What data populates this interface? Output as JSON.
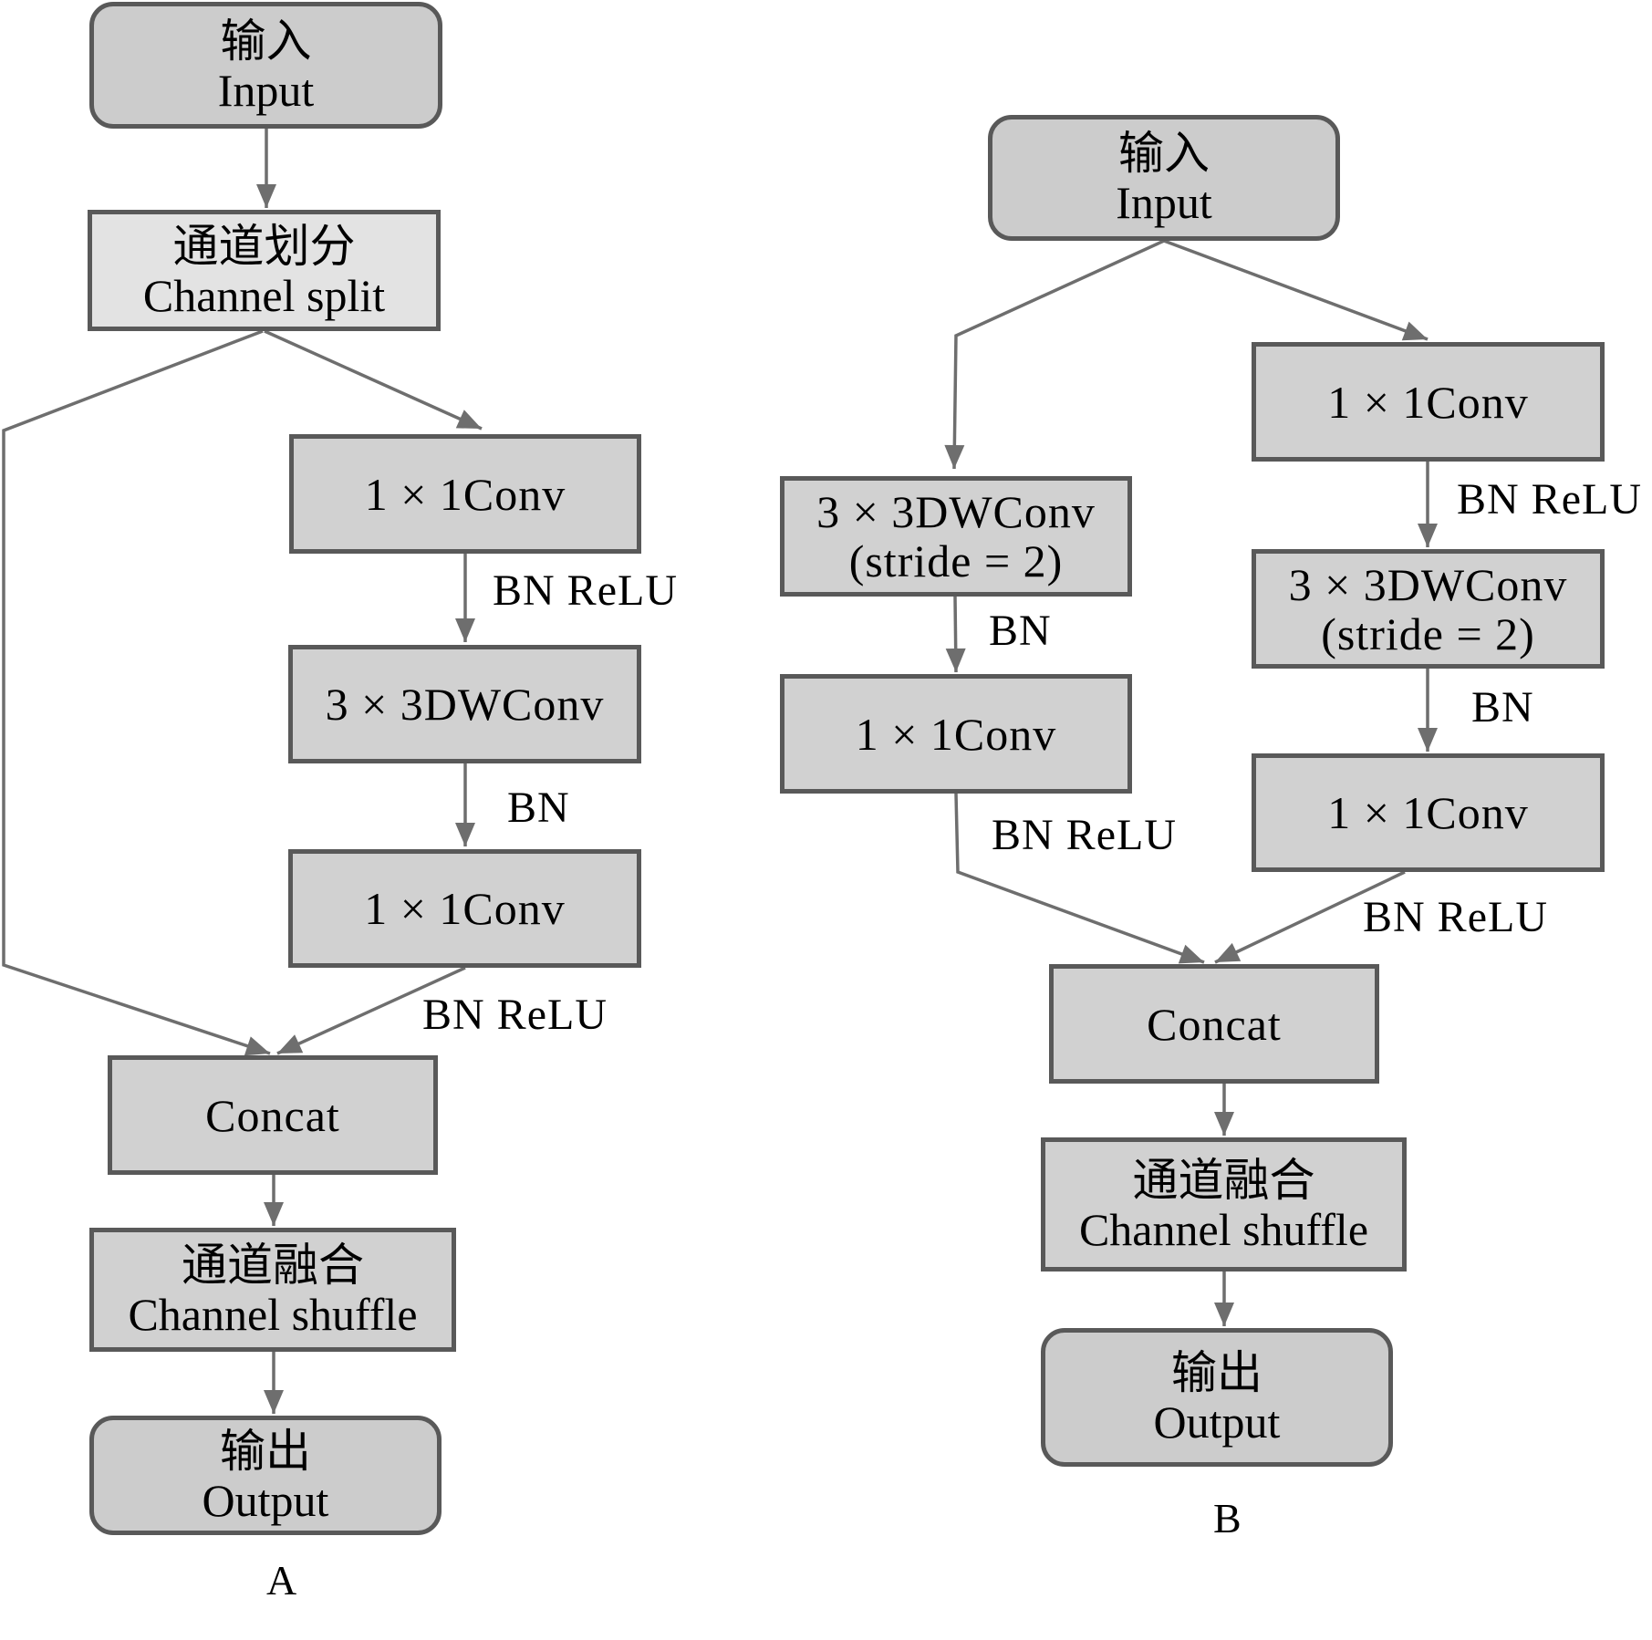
{
  "diagram_a": {
    "caption": "A",
    "input": {
      "cn": "输入",
      "en": "Input"
    },
    "split": {
      "cn": "通道划分",
      "en": "Channel split"
    },
    "conv1": "1 × 1Conv",
    "dwconv": "3 × 3DWConv",
    "conv2": "1 × 1Conv",
    "concat": "Concat",
    "shuffle": {
      "cn": "通道融合",
      "en": "Channel shuffle"
    },
    "output": {
      "cn": "输出",
      "en": "Output"
    },
    "edge_labels": {
      "after_conv1": "BN ReLU",
      "after_dwconv": "BN",
      "after_conv2": "BN ReLU"
    }
  },
  "diagram_b": {
    "caption": "B",
    "input": {
      "cn": "输入",
      "en": "Input"
    },
    "left_branch": {
      "dwconv": [
        "3 × 3DWConv",
        "(stride = 2)"
      ],
      "conv": "1 × 1Conv",
      "edge_labels": {
        "after_dwconv": "BN",
        "after_conv": "BN ReLU"
      }
    },
    "right_branch": {
      "conv1": "1 × 1Conv",
      "dwconv": [
        "3 × 3DWConv",
        "(stride = 2)"
      ],
      "conv2": "1 × 1Conv",
      "edge_labels": {
        "after_conv1": "BN ReLU",
        "after_dwconv": "BN",
        "after_conv2": "BN ReLU"
      }
    },
    "concat": "Concat",
    "shuffle": {
      "cn": "通道融合",
      "en": "Channel shuffle"
    },
    "output": {
      "cn": "输出",
      "en": "Output"
    }
  },
  "colors": {
    "edge": "#6e6e6e",
    "border": "#595959",
    "fill": "#d1d1d1",
    "fill_light": "#e3e3e3"
  }
}
